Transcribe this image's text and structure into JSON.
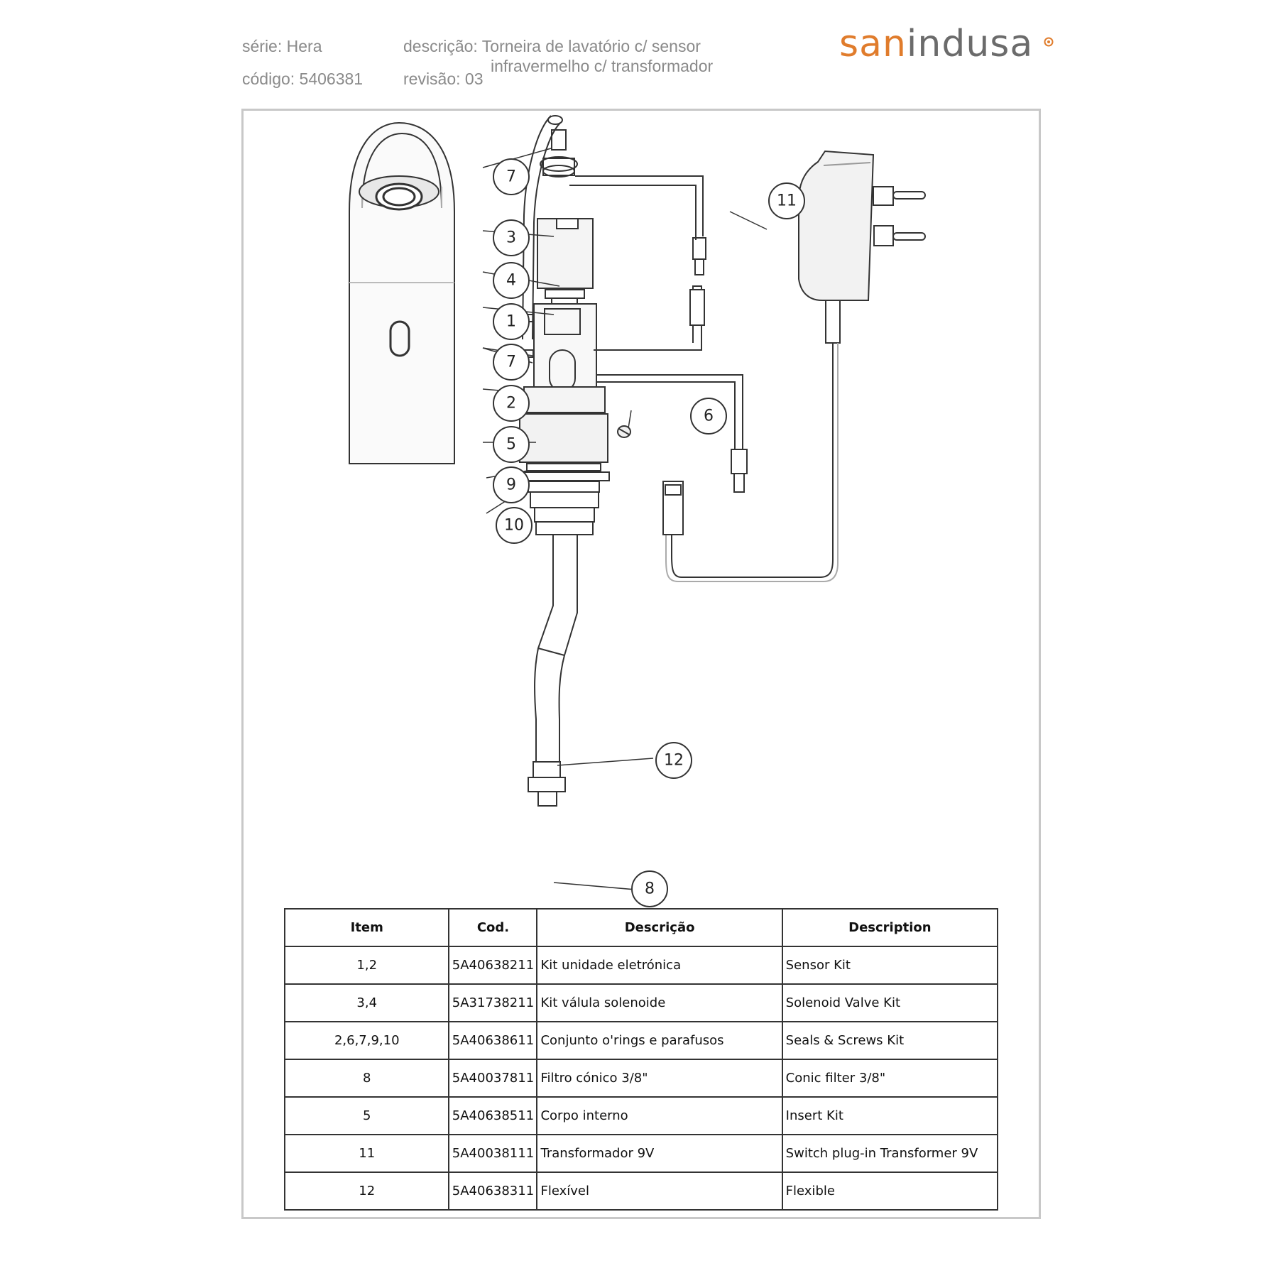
{
  "header": {
    "serie": "série: Hera",
    "codigo": "código: 5406381",
    "descricao_line1": "descrição: Torneira de lavatório c/ sensor",
    "descricao_line2": "infravermelho c/ transformador",
    "revisao": "revisão: 03"
  },
  "logo": {
    "part1": "san",
    "part2": "indusa",
    "colors": {
      "accent": "#e07c2c",
      "gray": "#6b6b6b"
    }
  },
  "callouts": [
    "7",
    "3",
    "4",
    "1",
    "7",
    "2",
    "5",
    "9",
    "10",
    "6",
    "11",
    "12",
    "8"
  ],
  "table": {
    "headers": [
      "Item",
      "Cod.",
      "Descrição",
      "Description"
    ],
    "rows": [
      [
        "1,2",
        "5A40638211",
        "Kit unidade eletrónica",
        "Sensor Kit"
      ],
      [
        "3,4",
        "5A31738211",
        "Kit válula solenoide",
        "Solenoid Valve Kit"
      ],
      [
        "2,6,7,9,10",
        "5A40638611",
        "Conjunto o'rings e parafusos",
        "Seals & Screws Kit"
      ],
      [
        "8",
        "5A40037811",
        "Filtro cónico 3/8\"",
        "Conic filter 3/8\""
      ],
      [
        "5",
        "5A40638511",
        "Corpo interno",
        "Insert  Kit"
      ],
      [
        "11",
        "5A40038111",
        "Transformador 9V",
        "Switch plug-in Transformer 9V"
      ],
      [
        "12",
        "5A40638311",
        "Flexível",
        "Flexible"
      ]
    ]
  }
}
